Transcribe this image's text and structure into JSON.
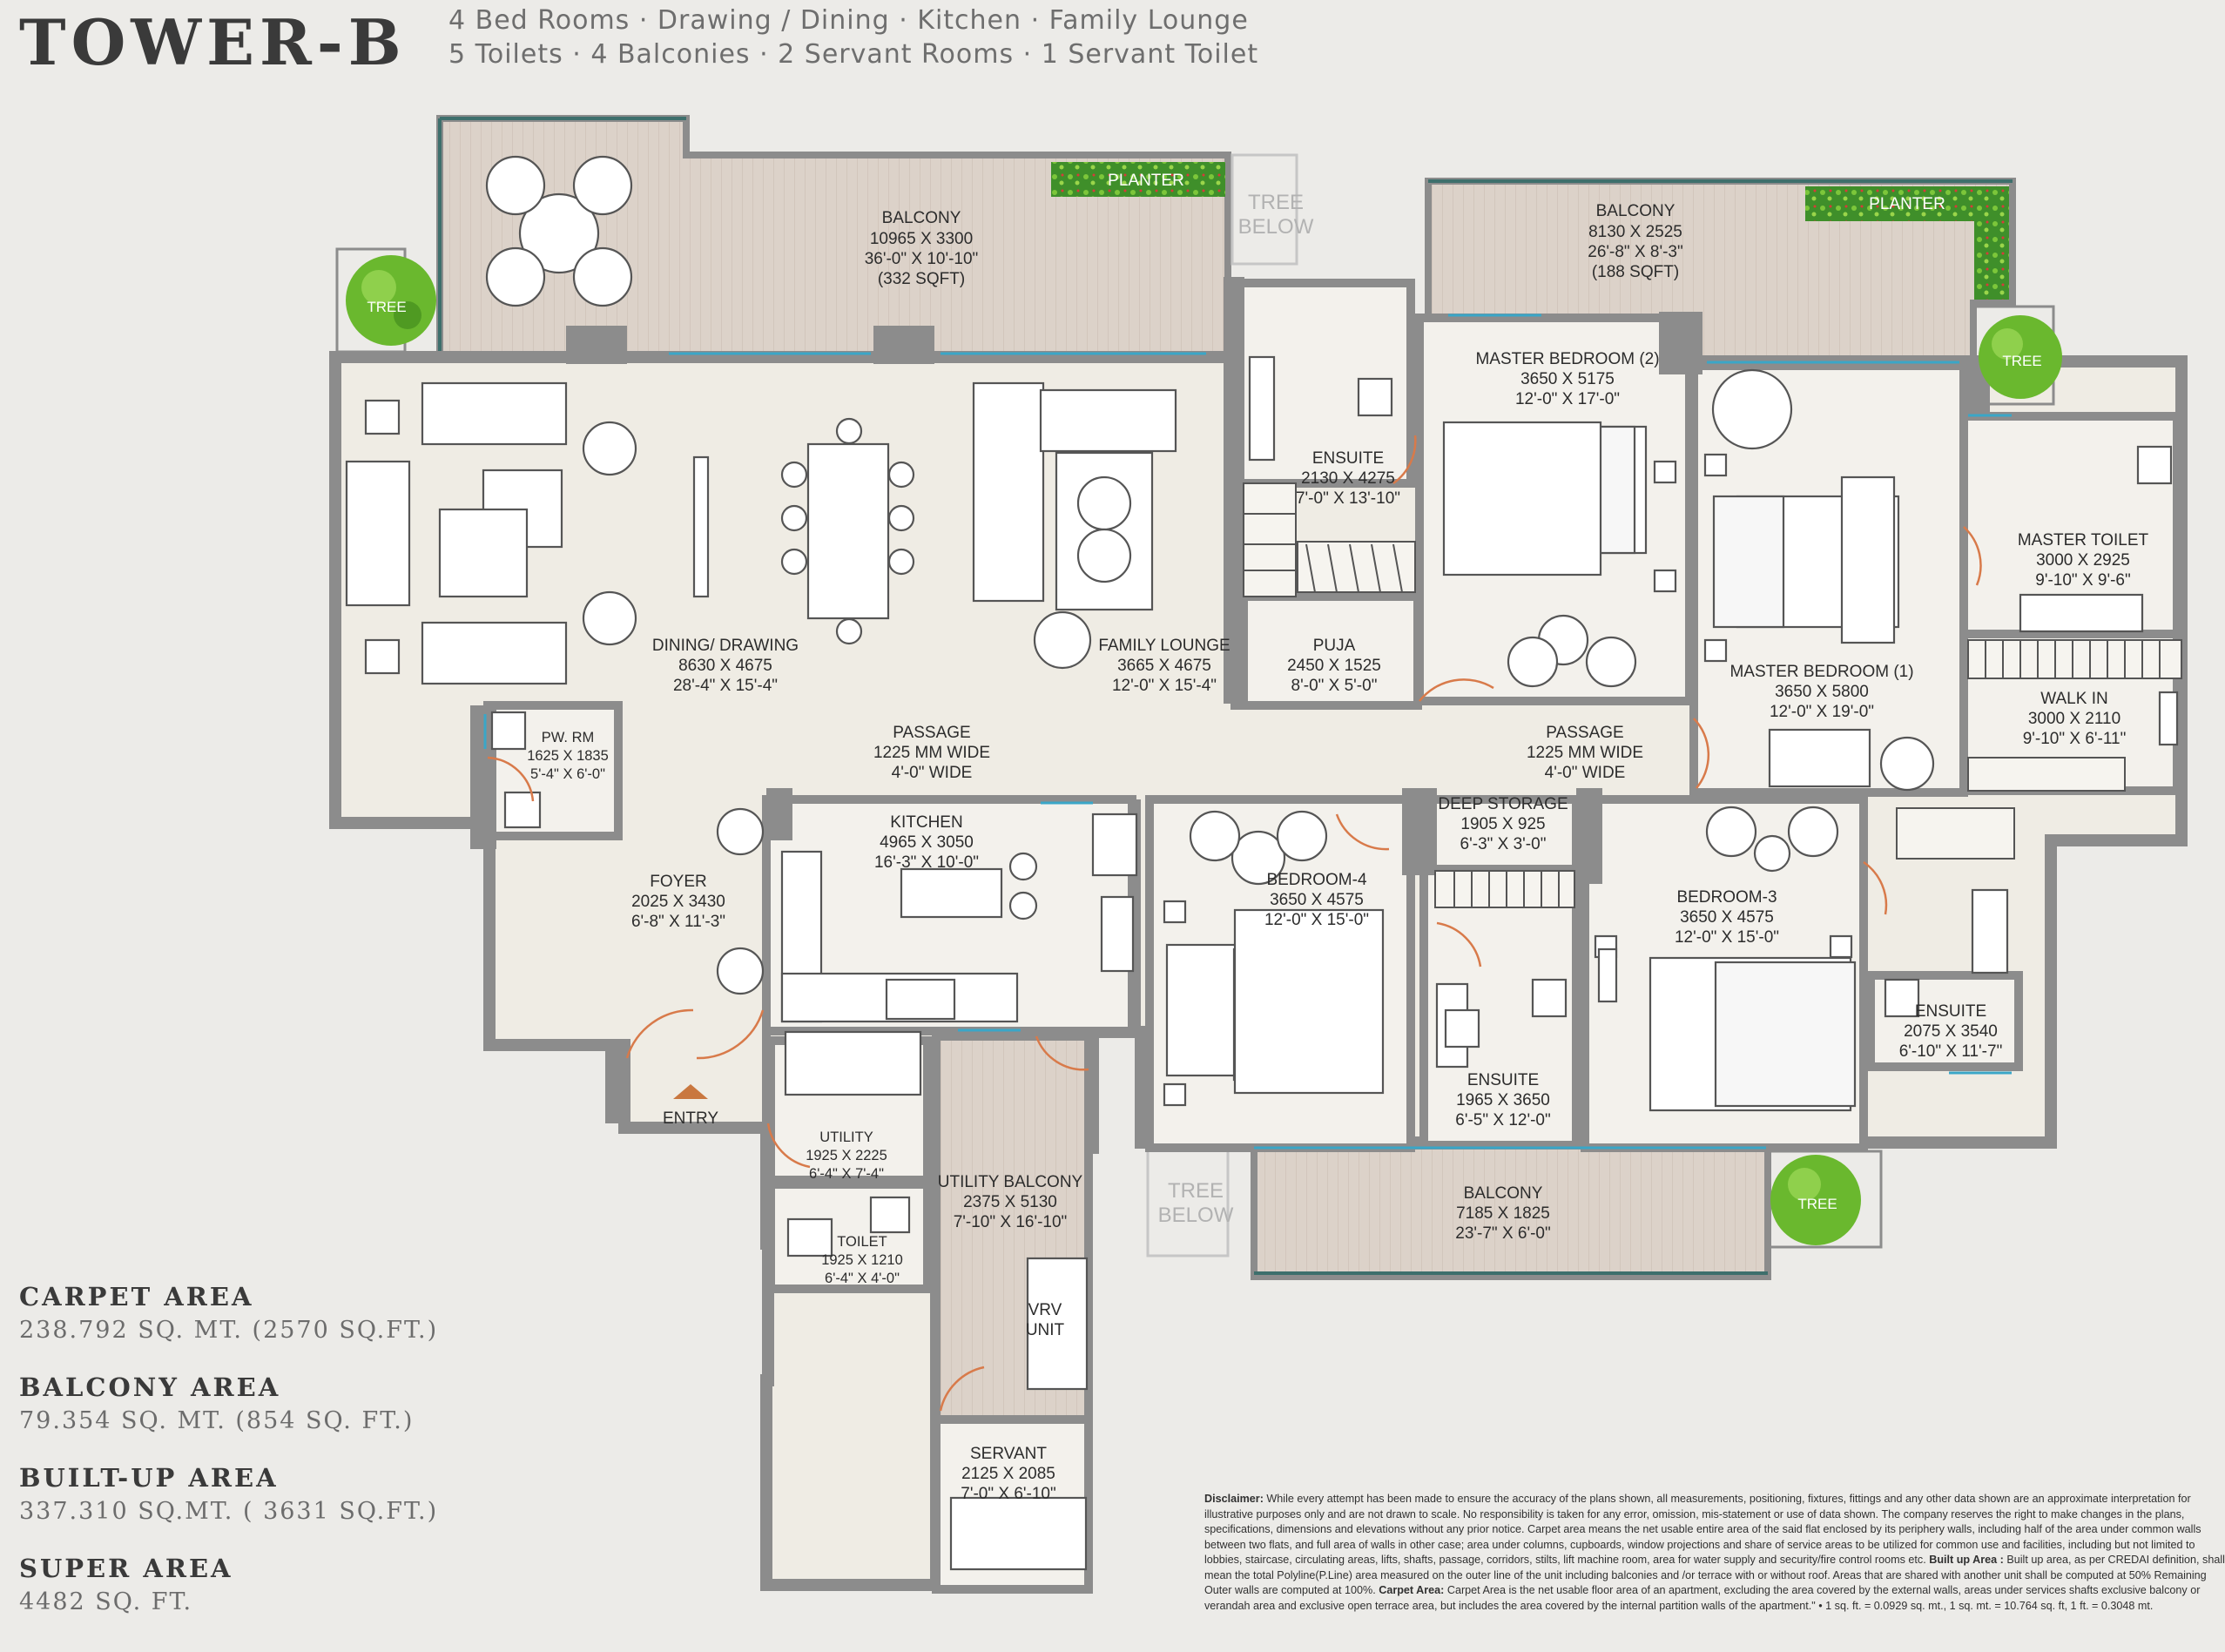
{
  "header": {
    "title": "TOWER-B",
    "line1": "4 Bed Rooms · Drawing / Dining · Kitchen · Family Lounge",
    "line2": "5 Toilets · 4 Balconies · 2 Servant Rooms · 1 Servant Toilet"
  },
  "areas": [
    {
      "label": "CARPET AREA",
      "value": "238.792 SQ. MT. (2570 SQ.FT.)"
    },
    {
      "label": "BALCONY AREA",
      "value": "79.354 SQ. MT. (854 SQ. FT.)"
    },
    {
      "label": "BUILT-UP AREA",
      "value": "337.310 SQ.MT. ( 3631 SQ.FT.)"
    },
    {
      "label": "SUPER AREA",
      "value": "4482 SQ. FT."
    }
  ],
  "rooms": {
    "balcony_1": [
      "BALCONY",
      "10965 X 3300",
      "36'-0\" X 10'-10\"",
      "(332 SQFT)"
    ],
    "balcony_2": [
      "BALCONY",
      "8130 X 2525",
      "26'-8\" X 8'-3\"",
      "(188 SQFT)"
    ],
    "balcony_3": [
      "BALCONY",
      "7185 X 1825",
      "23'-7\" X 6'-0\""
    ],
    "dining": [
      "DINING/ DRAWING",
      "8630 X 4675",
      "28'-4\" X 15'-4\""
    ],
    "family_lounge": [
      "FAMILY LOUNGE",
      "3665 X 4675",
      "12'-0\" X 15'-4\""
    ],
    "ensuite_1": [
      "ENSUITE",
      "2130 X 4275",
      "7'-0\" X 13'-10\""
    ],
    "master_bedroom_2": [
      "MASTER BEDROOM (2)",
      "3650 X 5175",
      "12'-0\" X 17'-0\""
    ],
    "master_toilet": [
      "MASTER TOILET",
      "3000 X 2925",
      "9'-10\" X 9'-6\""
    ],
    "master_bedroom_1": [
      "MASTER BEDROOM (1)",
      "3650 X 5800",
      "12'-0\" X 19'-0\""
    ],
    "walk_in": [
      "WALK IN",
      "3000 X 2110",
      "9'-10\" X 6'-11\""
    ],
    "puja": [
      "PUJA",
      "2450 X 1525",
      "8'-0\" X 5'-0\""
    ],
    "passage_1": [
      "PASSAGE",
      "1225 MM WIDE",
      "4'-0\" WIDE"
    ],
    "passage_2": [
      "PASSAGE",
      "1225 MM WIDE",
      "4'-0\" WIDE"
    ],
    "pw_rm": [
      "PW. RM",
      "1625 X 1835",
      "5'-4\" X 6'-0\""
    ],
    "foyer": [
      "FOYER",
      "2025 X 3430",
      "6'-8\" X 11'-3\""
    ],
    "kitchen": [
      "KITCHEN",
      "4965 X 3050",
      "16'-3\" X 10'-0\""
    ],
    "bedroom_4": [
      "BEDROOM-4",
      "3650 X 4575",
      "12'-0\" X 15'-0\""
    ],
    "deep_storage": [
      "DEEP STORAGE",
      "1905 X 925",
      "6'-3\" X 3'-0\""
    ],
    "bedroom_3": [
      "BEDROOM-3",
      "3650 X 4575",
      "12'-0\" X 15'-0\""
    ],
    "ensuite_2": [
      "ENSUITE",
      "2075 X 3540",
      "6'-10\" X 11'-7\""
    ],
    "ensuite_3": [
      "ENSUITE",
      "1965 X 3650",
      "6'-5\" X 12'-0\""
    ],
    "utility": [
      "UTILITY",
      "1925 X 2225",
      "6'-4\" X 7'-4\""
    ],
    "utility_balcony": [
      "UTILITY BALCONY",
      "2375 X 5130",
      "7'-10\" X 16'-10\""
    ],
    "toilet": [
      "TOILET",
      "1925 X 1210",
      "6'-4\" X 4'-0\""
    ],
    "vrv": [
      "VRV",
      "UNIT"
    ],
    "servant": [
      "SERVANT",
      "2125 X 2085",
      "7'-0\" X 6'-10\""
    ]
  },
  "labels": {
    "entry": "ENTRY",
    "tree": "TREE",
    "planter": "PLANTER",
    "tree_below_1": "TREE",
    "tree_below_2": "BELOW"
  },
  "disclaimer": {
    "heading": "Disclaimer:",
    "body": "While every attempt has been made to ensure the accuracy of the plans shown, all measurements, positioning, fixtures, fittings and any other data shown are an approximate interpretation for illustrative purposes only and are not drawn to scale. No responsibility is taken for any error, omission, mis-statement or use of data shown. The company reserves the right to make changes in the plans, specifications, dimensions and elevations without any prior notice. Carpet area means the net usable entire area of the said flat enclosed by its periphery walls, including half of the area under common walls between two flats, and full area of walls in other case; area under columns, cupboards, window projections and share of service areas to be utilized for common use and facilities, including but not limited to lobbies, staircase, circulating areas, lifts, shafts, passage, corridors, stilts, lift machine room, area for water supply and security/fire control rooms etc.",
    "builtup_heading": "Built up Area :",
    "builtup": "Built up area, as per CREDAI definition, shall mean the total Polyline(P.Line) area measured on the outer line of the unit including balconies and /or terrace with or without roof. Areas that are shared with another unit shall be computed at 50% Remaining Outer walls are computed at 100%.",
    "carpet_heading": "Carpet Area:",
    "carpet": "Carpet Area is the net usable floor area of an apartment, excluding the area covered by the external walls, areas under services shafts exclusive balcony or verandah area and exclusive open terrace area, but includes the area covered by the internal partition walls of the apartment.\" • 1 sq. ft. = 0.0929 sq. mt., 1 sq. mt. = 10.764 sq. ft, 1 ft. = 0.3048 mt."
  },
  "colors": {
    "background": "#ecebe8",
    "wall": "#8c8c8c",
    "floor": "#efece4",
    "balcony": "#dcd2c9",
    "door": "#d87a4a",
    "window": "#3aa6c7",
    "tree": "#6ab82e",
    "planter": "#3f8f2a",
    "entry_arrow": "#c9773f"
  }
}
